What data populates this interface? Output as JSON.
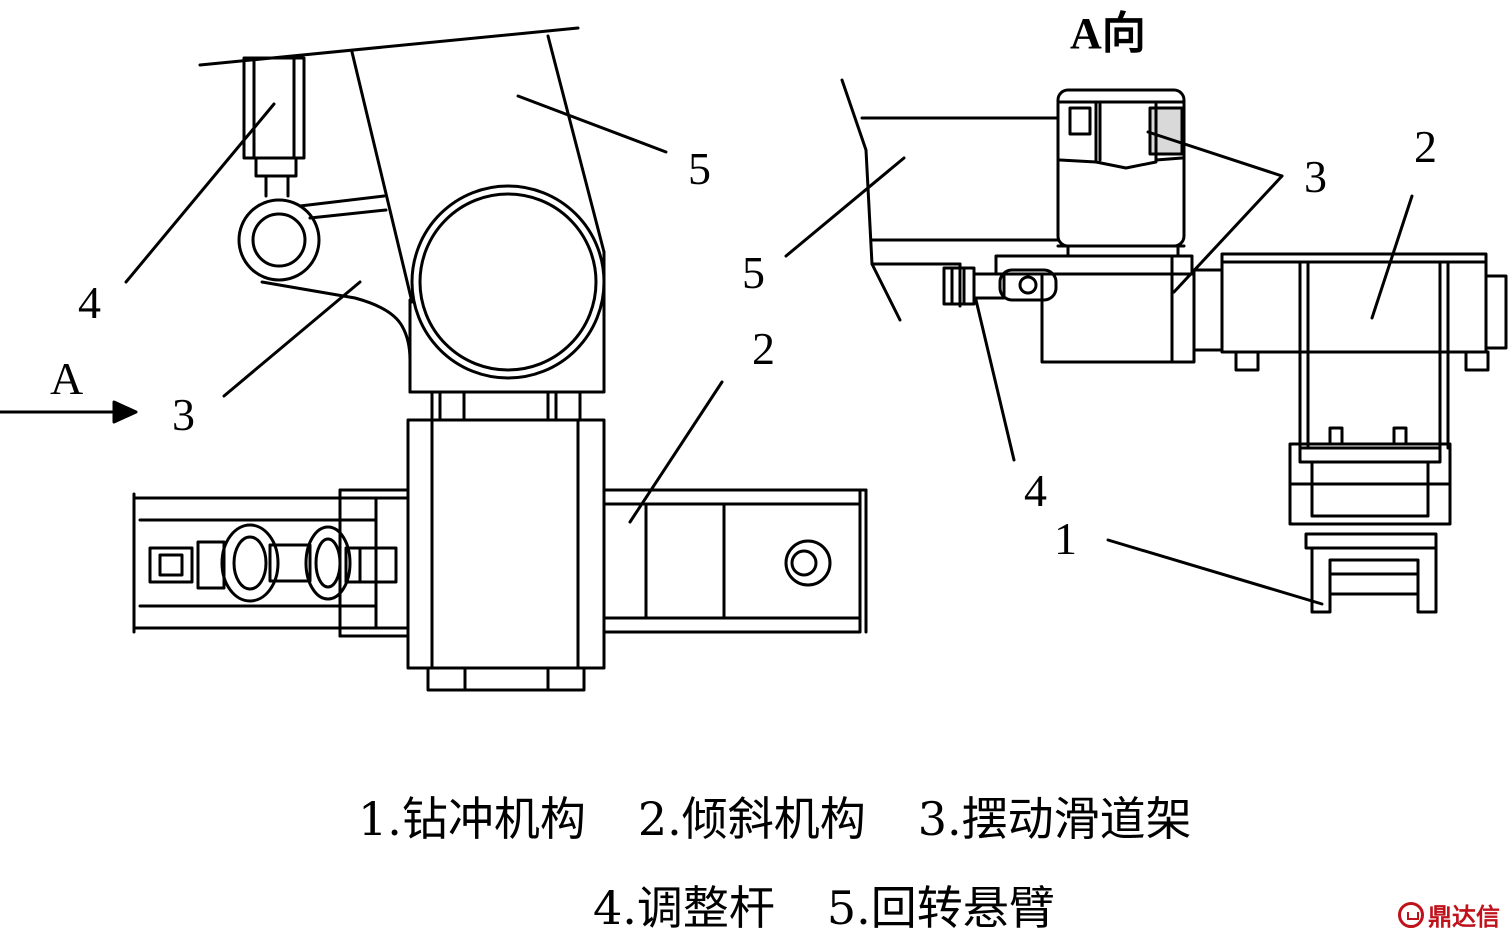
{
  "view_title": "A向",
  "arrow_label": "A",
  "left_view": {
    "callouts": [
      "5",
      "4",
      "3",
      "2"
    ]
  },
  "right_view": {
    "callouts": [
      "5",
      "3",
      "2",
      "4",
      "1"
    ]
  },
  "legend": {
    "line1": [
      "1.钻冲机构",
      "2.倾斜机构",
      "3.摆动滑道架"
    ],
    "line2": [
      "4.调整杆",
      "5.回转悬臂"
    ]
  },
  "watermark": {
    "text": "鼎达信",
    "color": "#c0121b"
  },
  "colors": {
    "stroke": "#000000",
    "background": "#ffffff"
  }
}
